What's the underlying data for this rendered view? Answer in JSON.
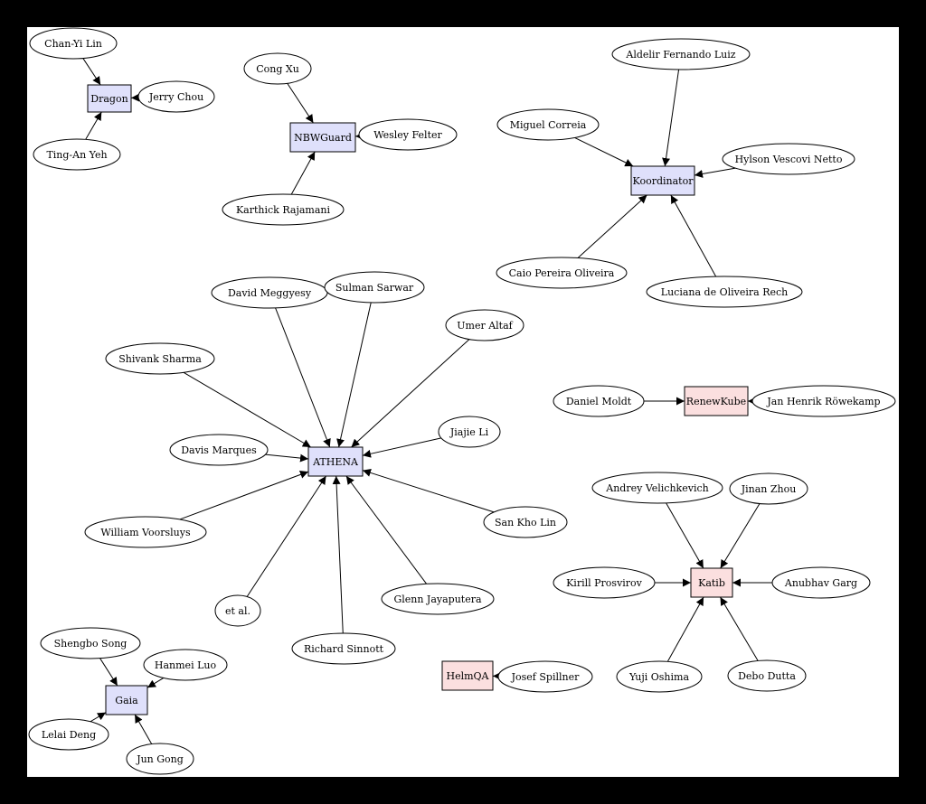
{
  "colors": {
    "frame": "#000000",
    "canvas": "#ffffff",
    "project_blue": "#dfe0fb",
    "project_pink": "#fbdfdf",
    "edge": "#000000"
  },
  "projects": [
    {
      "id": "dragon",
      "label": "Dragon",
      "color": "blue"
    },
    {
      "id": "nbwguard",
      "label": "NBWGuard",
      "color": "blue"
    },
    {
      "id": "koordinator",
      "label": "Koordinator",
      "color": "blue"
    },
    {
      "id": "athena",
      "label": "ATHENA",
      "color": "blue"
    },
    {
      "id": "renewkube",
      "label": "RenewKube",
      "color": "pink"
    },
    {
      "id": "katib",
      "label": "Katib",
      "color": "pink"
    },
    {
      "id": "gaia",
      "label": "Gaia",
      "color": "blue"
    },
    {
      "id": "helmqa",
      "label": "HelmQA",
      "color": "pink"
    }
  ],
  "people": [
    {
      "id": "chan-yi-lin",
      "label": "Chan-Yi Lin"
    },
    {
      "id": "jerry-chou",
      "label": "Jerry Chou"
    },
    {
      "id": "ting-an-yeh",
      "label": "Ting-An Yeh"
    },
    {
      "id": "cong-xu",
      "label": "Cong Xu"
    },
    {
      "id": "wesley-felter",
      "label": "Wesley Felter"
    },
    {
      "id": "karthick-rajamani",
      "label": "Karthick Rajamani"
    },
    {
      "id": "aldelir-fernando-luiz",
      "label": "Aldelir Fernando Luiz"
    },
    {
      "id": "miguel-correia",
      "label": "Miguel Correia"
    },
    {
      "id": "hylson-vescovi-netto",
      "label": "Hylson Vescovi Netto"
    },
    {
      "id": "caio-pereira-oliveira",
      "label": "Caio Pereira Oliveira"
    },
    {
      "id": "luciana-de-oliveira-rech",
      "label": "Luciana de Oliveira Rech"
    },
    {
      "id": "david-meggyesy",
      "label": "David Meggyesy"
    },
    {
      "id": "sulman-sarwar",
      "label": "Sulman Sarwar"
    },
    {
      "id": "umer-altaf",
      "label": "Umer Altaf"
    },
    {
      "id": "shivank-sharma",
      "label": "Shivank Sharma"
    },
    {
      "id": "jiajie-li",
      "label": "Jiajie Li"
    },
    {
      "id": "davis-marques",
      "label": "Davis Marques"
    },
    {
      "id": "william-voorsluys",
      "label": "William Voorsluys"
    },
    {
      "id": "san-kho-lin",
      "label": "San Kho Lin"
    },
    {
      "id": "et-al",
      "label": "et al."
    },
    {
      "id": "glenn-jayaputera",
      "label": "Glenn Jayaputera"
    },
    {
      "id": "richard-sinnott",
      "label": "Richard Sinnott"
    },
    {
      "id": "daniel-moldt",
      "label": "Daniel Moldt"
    },
    {
      "id": "jan-henrik-rowekamp",
      "label": "Jan Henrik Röwekamp"
    },
    {
      "id": "andrey-velichkevich",
      "label": "Andrey Velichkevich"
    },
    {
      "id": "jinan-zhou",
      "label": "Jinan Zhou"
    },
    {
      "id": "kirill-prosvirov",
      "label": "Kirill Prosvirov"
    },
    {
      "id": "anubhav-garg",
      "label": "Anubhav Garg"
    },
    {
      "id": "yuji-oshima",
      "label": "Yuji Oshima"
    },
    {
      "id": "debo-dutta",
      "label": "Debo Dutta"
    },
    {
      "id": "shengbo-song",
      "label": "Shengbo Song"
    },
    {
      "id": "hanmei-luo",
      "label": "Hanmei Luo"
    },
    {
      "id": "lelai-deng",
      "label": "Lelai Deng"
    },
    {
      "id": "jun-gong",
      "label": "Jun Gong"
    },
    {
      "id": "josef-spillner",
      "label": "Josef Spillner"
    }
  ],
  "edges": [
    {
      "from": "chan-yi-lin",
      "to": "dragon"
    },
    {
      "from": "jerry-chou",
      "to": "dragon"
    },
    {
      "from": "ting-an-yeh",
      "to": "dragon"
    },
    {
      "from": "cong-xu",
      "to": "nbwguard"
    },
    {
      "from": "wesley-felter",
      "to": "nbwguard"
    },
    {
      "from": "karthick-rajamani",
      "to": "nbwguard"
    },
    {
      "from": "aldelir-fernando-luiz",
      "to": "koordinator"
    },
    {
      "from": "miguel-correia",
      "to": "koordinator"
    },
    {
      "from": "hylson-vescovi-netto",
      "to": "koordinator"
    },
    {
      "from": "caio-pereira-oliveira",
      "to": "koordinator"
    },
    {
      "from": "luciana-de-oliveira-rech",
      "to": "koordinator"
    },
    {
      "from": "david-meggyesy",
      "to": "athena"
    },
    {
      "from": "sulman-sarwar",
      "to": "athena"
    },
    {
      "from": "umer-altaf",
      "to": "athena"
    },
    {
      "from": "shivank-sharma",
      "to": "athena"
    },
    {
      "from": "jiajie-li",
      "to": "athena"
    },
    {
      "from": "davis-marques",
      "to": "athena"
    },
    {
      "from": "william-voorsluys",
      "to": "athena"
    },
    {
      "from": "san-kho-lin",
      "to": "athena"
    },
    {
      "from": "et-al",
      "to": "athena"
    },
    {
      "from": "glenn-jayaputera",
      "to": "athena"
    },
    {
      "from": "richard-sinnott",
      "to": "athena"
    },
    {
      "from": "daniel-moldt",
      "to": "renewkube"
    },
    {
      "from": "jan-henrik-rowekamp",
      "to": "renewkube"
    },
    {
      "from": "andrey-velichkevich",
      "to": "katib"
    },
    {
      "from": "jinan-zhou",
      "to": "katib"
    },
    {
      "from": "kirill-prosvirov",
      "to": "katib"
    },
    {
      "from": "anubhav-garg",
      "to": "katib"
    },
    {
      "from": "yuji-oshima",
      "to": "katib"
    },
    {
      "from": "debo-dutta",
      "to": "katib"
    },
    {
      "from": "shengbo-song",
      "to": "gaia"
    },
    {
      "from": "hanmei-luo",
      "to": "gaia"
    },
    {
      "from": "lelai-deng",
      "to": "gaia"
    },
    {
      "from": "jun-gong",
      "to": "gaia"
    },
    {
      "from": "josef-spillner",
      "to": "helmqa"
    }
  ]
}
